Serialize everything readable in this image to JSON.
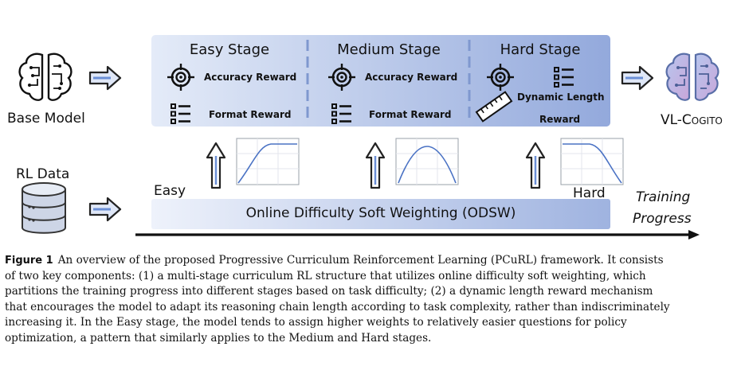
{
  "stages": [
    {
      "title": "Easy Stage",
      "rewards": [
        "Accuracy Reward",
        "Format Reward"
      ]
    },
    {
      "title": "Medium Stage",
      "rewards": [
        "Accuracy Reward",
        "Format Reward"
      ]
    },
    {
      "title": "Hard Stage",
      "rewards": [
        "Dynamic Length",
        "Reward"
      ]
    }
  ],
  "left": {
    "base_model": "Base Model",
    "rl_data": "RL Data"
  },
  "right": {
    "output": "VL-Cogito"
  },
  "odsw": {
    "label": "Online Difficulty Soft Weighting (ODSW)"
  },
  "difficulty": {
    "easy": "Easy",
    "hard": "Hard"
  },
  "progress": {
    "line1": "Training",
    "line2": "Progress"
  },
  "caption": {
    "label": "Figure 1",
    "lines": [
      "An overview of the proposed Progressive Curriculum Reinforcement Learning (PCuRL) framework. It consists",
      "of two key components: (1) a multi-stage curriculum RL structure that utilizes online difficulty soft weighting, which",
      "partitions the training progress into different stages based on task difficulty; (2) a dynamic length reward mechanism",
      "that encourages the model to adapt its reasoning chain length according to task complexity, rather than indiscriminately",
      "increasing it. In the Easy stage, the model tends to assign higher weights to relatively easier questions for policy",
      "optimization, a pattern that similarly applies to the Medium and Hard stages."
    ]
  },
  "colors": {
    "panel_light": "#e4ebf8",
    "panel_dark": "#94aadd",
    "accent": "#4a72c4"
  },
  "icons": [
    "brain-circuit-icon",
    "database-icon",
    "crosshair-icon",
    "checklist-icon",
    "ruler-icon",
    "double-arrow-icon",
    "up-arrow-icon"
  ]
}
